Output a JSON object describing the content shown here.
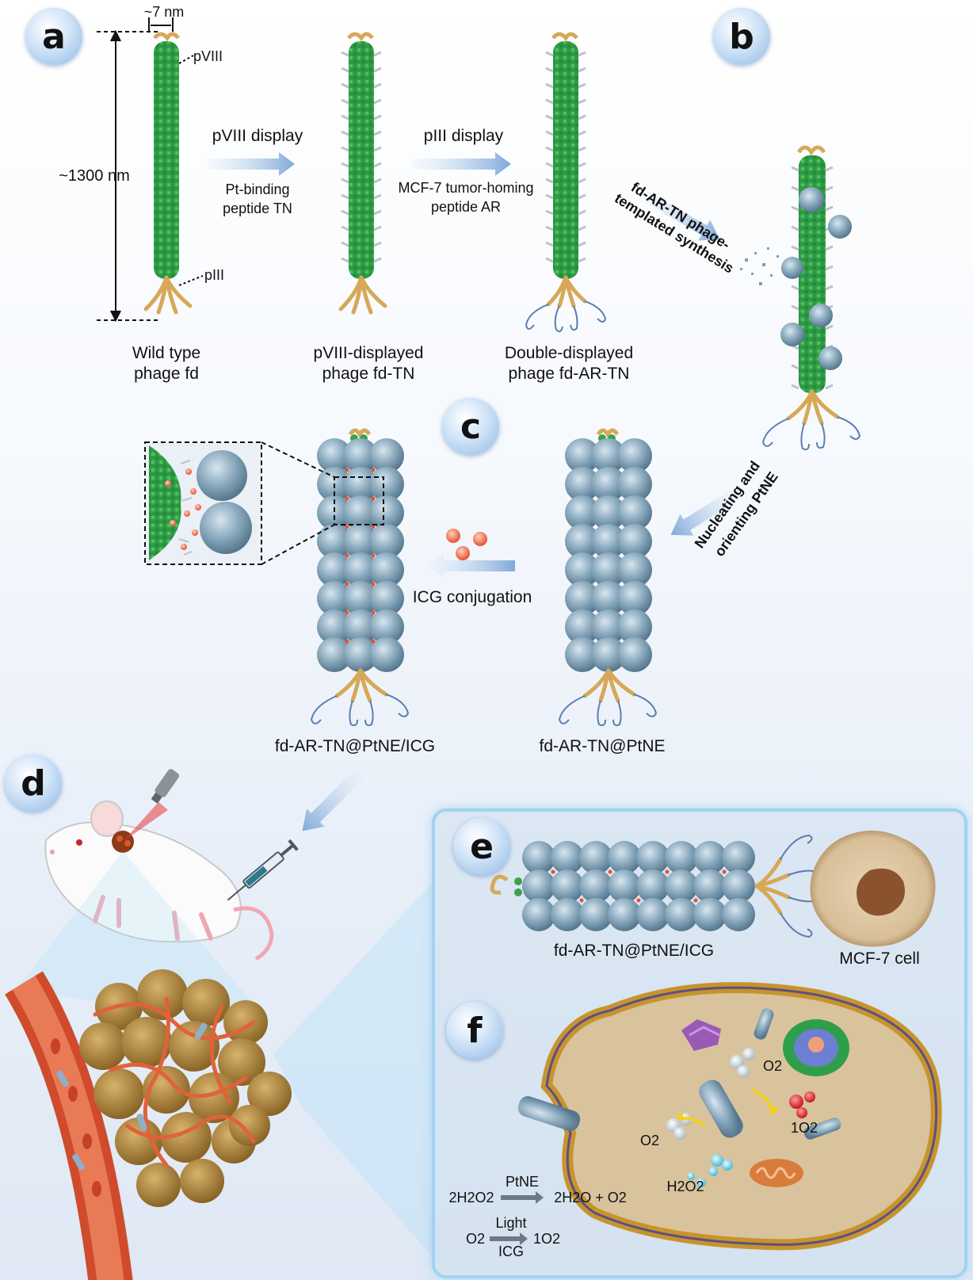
{
  "badges": {
    "a": "a",
    "b": "b",
    "c": "c",
    "d": "d",
    "e": "e",
    "f": "f"
  },
  "panel_a": {
    "width_label": "~7 nm",
    "length_label": "~1300 nm",
    "pviii_label": "pVIII",
    "piii_label": "pIII",
    "wild_type": {
      "line1": "Wild type",
      "line2": "phage fd"
    },
    "step1": {
      "title": "pVIII display",
      "sub1": "Pt-binding",
      "sub2": "peptide TN"
    },
    "pviii_displayed": {
      "line1": "pVIII-displayed",
      "line2": "phage fd-TN"
    },
    "step2": {
      "title": "pIII display",
      "sub1": "MCF-7 tumor-homing",
      "sub2": "peptide AR"
    },
    "double_displayed": {
      "line1": "Double-displayed",
      "line2": "phage fd-AR-TN"
    }
  },
  "panel_b": {
    "arrow_line1": "fd-AR-TN phage-",
    "arrow_line2": "templated synthesis"
  },
  "panel_c": {
    "nucleating_line1": "Nucleating and",
    "nucleating_line2": "orienting PtNE",
    "icg_label": "ICG conjugation",
    "left_label": "fd-AR-TN@PtNE/ICG",
    "right_label": "fd-AR-TN@PtNE"
  },
  "panel_e": {
    "phage_label": "fd-AR-TN@PtNE/ICG",
    "cell_label": "MCF-7 cell"
  },
  "panel_f": {
    "o2_a": "O2",
    "o2_b": "O2",
    "singlet": "1O2",
    "h2o2": "H2O2",
    "eq1_left": "2H2O2",
    "eq1_catalyst": "PtNE",
    "eq1_right": "2H2O + O2",
    "eq2_left": "O2",
    "eq2_top": "Light",
    "eq2_bottom": "ICG",
    "eq2_right": "1O2"
  },
  "colors": {
    "phage_green": "#2e9e44",
    "pt_grey": "#7f9fb3",
    "tan": "#d6a857",
    "arrow_blue": "#8fb6e0",
    "tumor": "#b08a3e",
    "vessel": "#d9583a"
  }
}
